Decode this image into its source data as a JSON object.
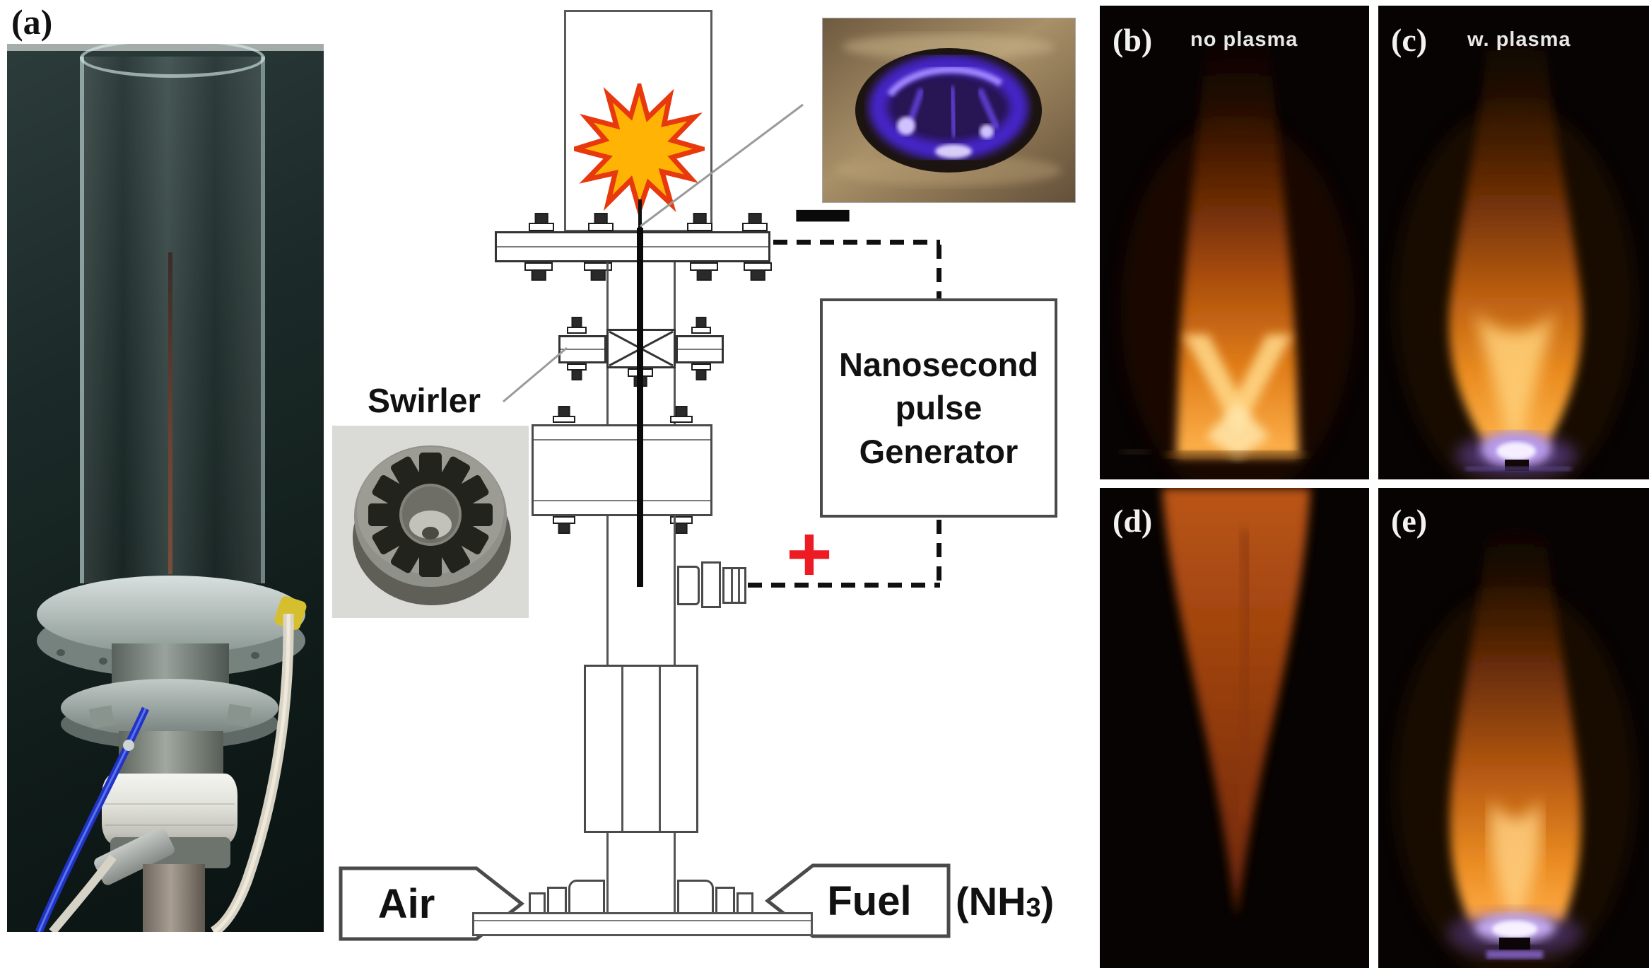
{
  "figure": {
    "panel_a_label": "(a)",
    "panel_b_label": "(b)",
    "panel_b_caption": "no plasma",
    "panel_c_label": "(c)",
    "panel_c_caption": "w. plasma",
    "panel_d_label": "(d)",
    "panel_e_label": "(e)"
  },
  "schematic": {
    "swirler_label": "Swirler",
    "generator_lines": [
      "Nanosecond",
      "pulse",
      "Generator"
    ],
    "air_label": "Air",
    "fuel_label": "Fuel",
    "fuel_gas_pre": "(NH",
    "fuel_gas_sub": "3",
    "fuel_gas_post": ")",
    "plus_symbol": "+",
    "minus_symbol": "−",
    "colors": {
      "plus_electrode": "#ed1c24",
      "starburst_fill": "#ffb405",
      "starburst_stroke": "#e8380d",
      "plasma_blue": "#4a28d8",
      "flame_orange": "#e07c18"
    }
  }
}
